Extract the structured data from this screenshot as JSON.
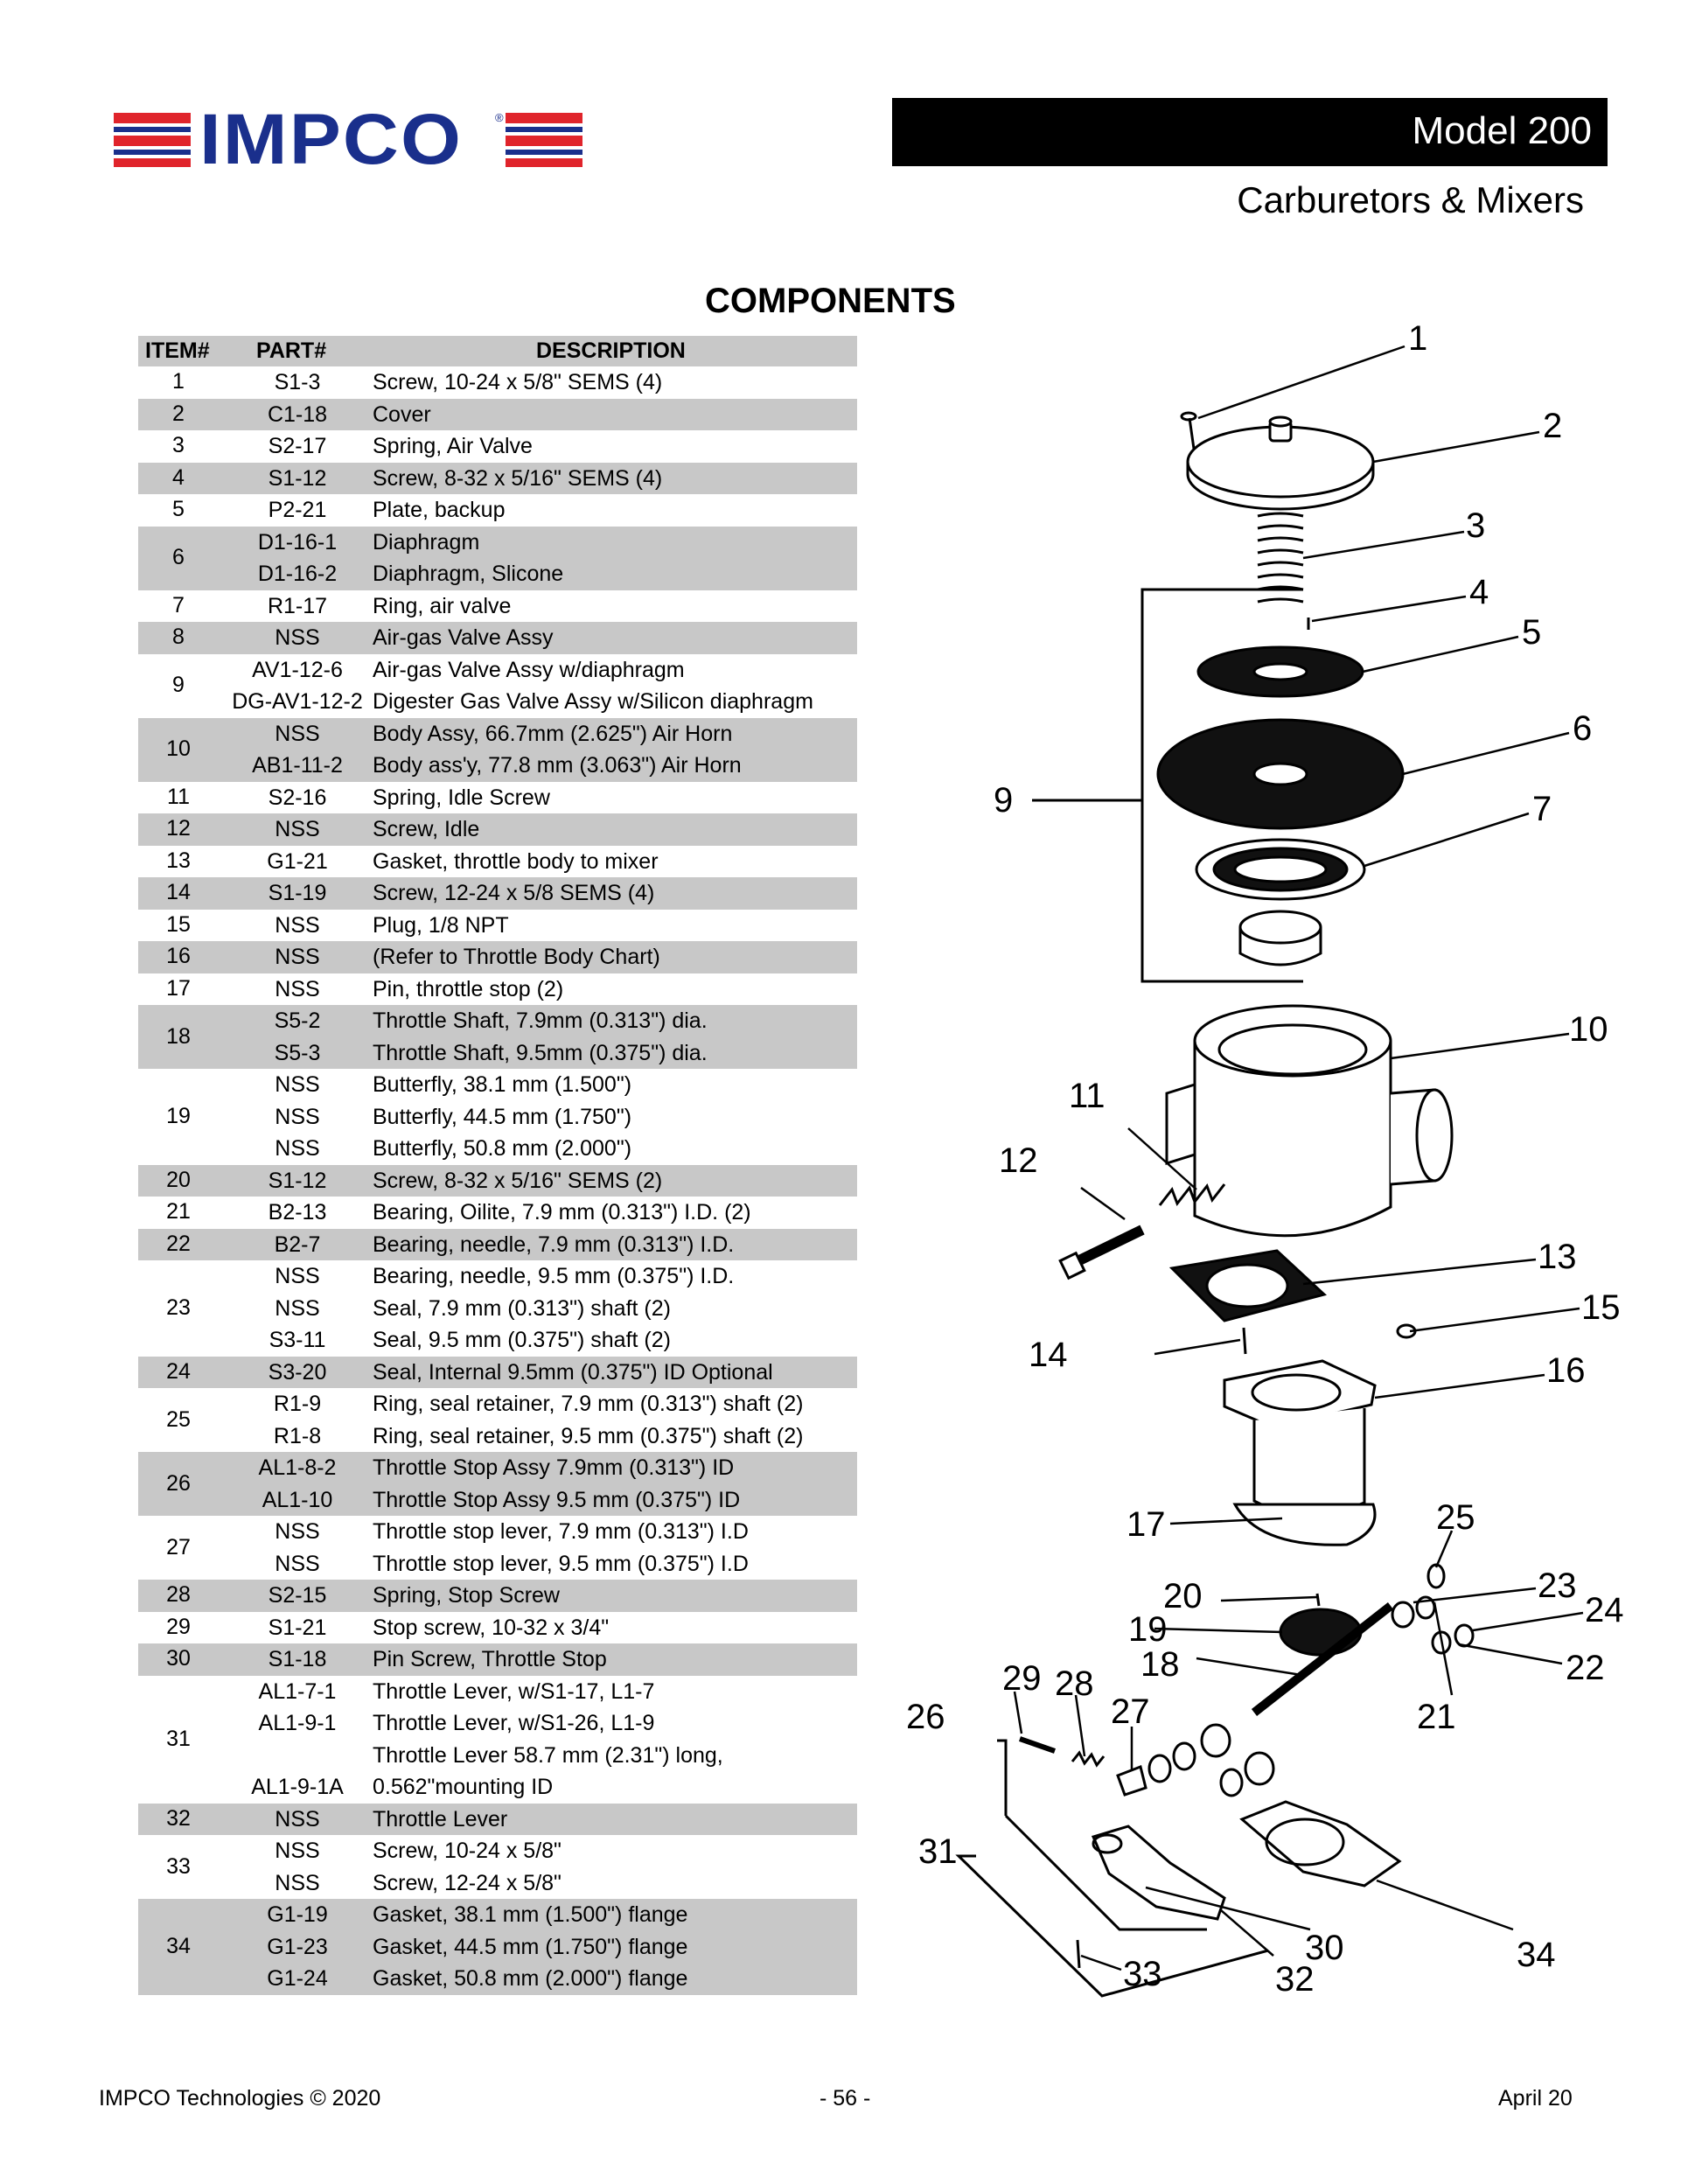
{
  "header": {
    "logo_text": "IMPCO",
    "logo_reg": "®",
    "model": "Model 200",
    "subtitle": "Carburetors & Mixers"
  },
  "section_title": "COMPONENTS",
  "table": {
    "headers": {
      "item": "ITEM#",
      "part": "PART#",
      "description": "DESCRIPTION"
    },
    "groups": [
      {
        "item": "1",
        "rows": [
          {
            "part": "S1-3",
            "desc": "Screw, 10-24 x 5/8\" SEMS (4)"
          }
        ]
      },
      {
        "item": "2",
        "rows": [
          {
            "part": "C1-18",
            "desc": "Cover"
          }
        ]
      },
      {
        "item": "3",
        "rows": [
          {
            "part": "S2-17",
            "desc": "Spring, Air Valve"
          }
        ]
      },
      {
        "item": "4",
        "rows": [
          {
            "part": "S1-12",
            "desc": "Screw, 8-32 x 5/16\" SEMS (4)"
          }
        ]
      },
      {
        "item": "5",
        "rows": [
          {
            "part": "P2-21",
            "desc": "Plate, backup"
          }
        ]
      },
      {
        "item": "6",
        "rows": [
          {
            "part": "D1-16-1",
            "desc": "Diaphragm"
          },
          {
            "part": "D1-16-2",
            "desc": "Diaphragm, Slicone"
          }
        ]
      },
      {
        "item": "7",
        "rows": [
          {
            "part": "R1-17",
            "desc": "Ring, air valve"
          }
        ]
      },
      {
        "item": "8",
        "rows": [
          {
            "part": "NSS",
            "desc": "Air-gas Valve Assy"
          }
        ]
      },
      {
        "item": "9",
        "rows": [
          {
            "part": "AV1-12-6",
            "desc": "Air-gas Valve Assy w/diaphragm"
          },
          {
            "part": "DG-AV1-12-2",
            "desc": "Digester Gas Valve Assy w/Silicon diaphragm"
          }
        ]
      },
      {
        "item": "10",
        "rows": [
          {
            "part": "NSS",
            "desc": "Body Assy, 66.7mm (2.625\") Air Horn"
          },
          {
            "part": "AB1-11-2",
            "desc": "Body ass'y, 77.8 mm (3.063\") Air Horn"
          }
        ]
      },
      {
        "item": "11",
        "rows": [
          {
            "part": "S2-16",
            "desc": "Spring, Idle Screw"
          }
        ]
      },
      {
        "item": "12",
        "rows": [
          {
            "part": "NSS",
            "desc": "Screw, Idle"
          }
        ]
      },
      {
        "item": "13",
        "rows": [
          {
            "part": "G1-21",
            "desc": "Gasket, throttle body to mixer"
          }
        ]
      },
      {
        "item": "14",
        "rows": [
          {
            "part": "S1-19",
            "desc": "Screw, 12-24 x 5/8 SEMS (4)"
          }
        ]
      },
      {
        "item": "15",
        "rows": [
          {
            "part": "NSS",
            "desc": "Plug, 1/8 NPT"
          }
        ]
      },
      {
        "item": "16",
        "rows": [
          {
            "part": "NSS",
            "desc": "(Refer to Throttle Body Chart)"
          }
        ]
      },
      {
        "item": "17",
        "rows": [
          {
            "part": "NSS",
            "desc": "Pin, throttle stop (2)"
          }
        ]
      },
      {
        "item": "18",
        "rows": [
          {
            "part": "S5-2",
            "desc": "Throttle Shaft, 7.9mm (0.313\") dia."
          },
          {
            "part": "S5-3",
            "desc": "Throttle Shaft, 9.5mm (0.375\") dia."
          }
        ]
      },
      {
        "item": "19",
        "rows": [
          {
            "part": "NSS",
            "desc": "Butterfly, 38.1 mm (1.500\")"
          },
          {
            "part": "NSS",
            "desc": "Butterfly, 44.5 mm (1.750\")"
          },
          {
            "part": "NSS",
            "desc": "Butterfly, 50.8 mm (2.000\")"
          }
        ]
      },
      {
        "item": "20",
        "rows": [
          {
            "part": "S1-12",
            "desc": "Screw, 8-32 x 5/16\" SEMS (2)"
          }
        ]
      },
      {
        "item": "21",
        "rows": [
          {
            "part": "B2-13",
            "desc": "Bearing, Oilite, 7.9 mm (0.313\") I.D. (2)"
          }
        ]
      },
      {
        "item": "22",
        "rows": [
          {
            "part": "B2-7",
            "desc": "Bearing, needle, 7.9 mm (0.313\") I.D."
          }
        ]
      },
      {
        "item": "23",
        "rows": [
          {
            "part": "NSS",
            "desc": "Bearing, needle, 9.5 mm (0.375\") I.D."
          },
          {
            "part": "NSS",
            "desc": "Seal, 7.9 mm (0.313\") shaft (2)"
          },
          {
            "part": "S3-11",
            "desc": "Seal, 9.5 mm (0.375\") shaft (2)"
          }
        ]
      },
      {
        "item": "24",
        "rows": [
          {
            "part": "S3-20",
            "desc": "Seal, Internal 9.5mm (0.375\") ID Optional"
          }
        ]
      },
      {
        "item": "25",
        "rows": [
          {
            "part": "R1-9",
            "desc": "Ring, seal retainer, 7.9 mm (0.313\") shaft (2)"
          },
          {
            "part": "R1-8",
            "desc": "Ring, seal retainer, 9.5 mm (0.375\") shaft (2)"
          }
        ]
      },
      {
        "item": "26",
        "rows": [
          {
            "part": "AL1-8-2",
            "desc": "Throttle Stop Assy 7.9mm (0.313\") ID"
          },
          {
            "part": "AL1-10",
            "desc": "Throttle Stop Assy 9.5 mm (0.375\") ID"
          }
        ]
      },
      {
        "item": "27",
        "rows": [
          {
            "part": "NSS",
            "desc": "Throttle stop lever, 7.9 mm (0.313\") I.D"
          },
          {
            "part": "NSS",
            "desc": "Throttle stop lever, 9.5 mm (0.375\") I.D"
          }
        ]
      },
      {
        "item": "28",
        "rows": [
          {
            "part": "S2-15",
            "desc": "Spring, Stop Screw"
          }
        ]
      },
      {
        "item": "29",
        "rows": [
          {
            "part": "S1-21",
            "desc": "Stop screw, 10-32 x 3/4\""
          }
        ]
      },
      {
        "item": "30",
        "rows": [
          {
            "part": "S1-18",
            "desc": "Pin Screw, Throttle Stop"
          }
        ]
      },
      {
        "item": "31",
        "rows": [
          {
            "part": "AL1-7-1",
            "desc": "Throttle Lever, w/S1-17, L1-7"
          },
          {
            "part": "AL1-9-1",
            "desc": "Throttle Lever, w/S1-26, L1-9"
          },
          {
            "part": "",
            "desc": "Throttle Lever 58.7 mm (2.31\") long,"
          },
          {
            "part": "AL1-9-1A",
            "desc": "0.562\"mounting ID"
          }
        ]
      },
      {
        "item": "32",
        "rows": [
          {
            "part": "NSS",
            "desc": "Throttle Lever"
          }
        ]
      },
      {
        "item": "33",
        "rows": [
          {
            "part": "NSS",
            "desc": "Screw, 10-24 x 5/8\""
          },
          {
            "part": "NSS",
            "desc": "Screw, 12-24 x 5/8\""
          }
        ]
      },
      {
        "item": "34",
        "rows": [
          {
            "part": "G1-19",
            "desc": "Gasket, 38.1 mm (1.500\") flange"
          },
          {
            "part": "G1-23",
            "desc": "Gasket, 44.5 mm (1.750\") flange"
          },
          {
            "part": "G1-24",
            "desc": "Gasket, 50.8 mm (2.000\") flange"
          }
        ]
      }
    ]
  },
  "diagram_callouts": [
    "1",
    "2",
    "3",
    "4",
    "5",
    "6",
    "7",
    "9",
    "10",
    "11",
    "12",
    "13",
    "14",
    "15",
    "16",
    "17",
    "18",
    "19",
    "20",
    "21",
    "22",
    "23",
    "24",
    "25",
    "26",
    "27",
    "28",
    "29",
    "30",
    "31",
    "32",
    "33",
    "34"
  ],
  "footer": {
    "left": "IMPCO Technologies © 2020",
    "center": "- 56 -",
    "right": "April 20"
  },
  "colors": {
    "logo_blue": "#1a2f8c",
    "logo_red": "#e0242b",
    "row_shade": "#c8c8c8"
  }
}
